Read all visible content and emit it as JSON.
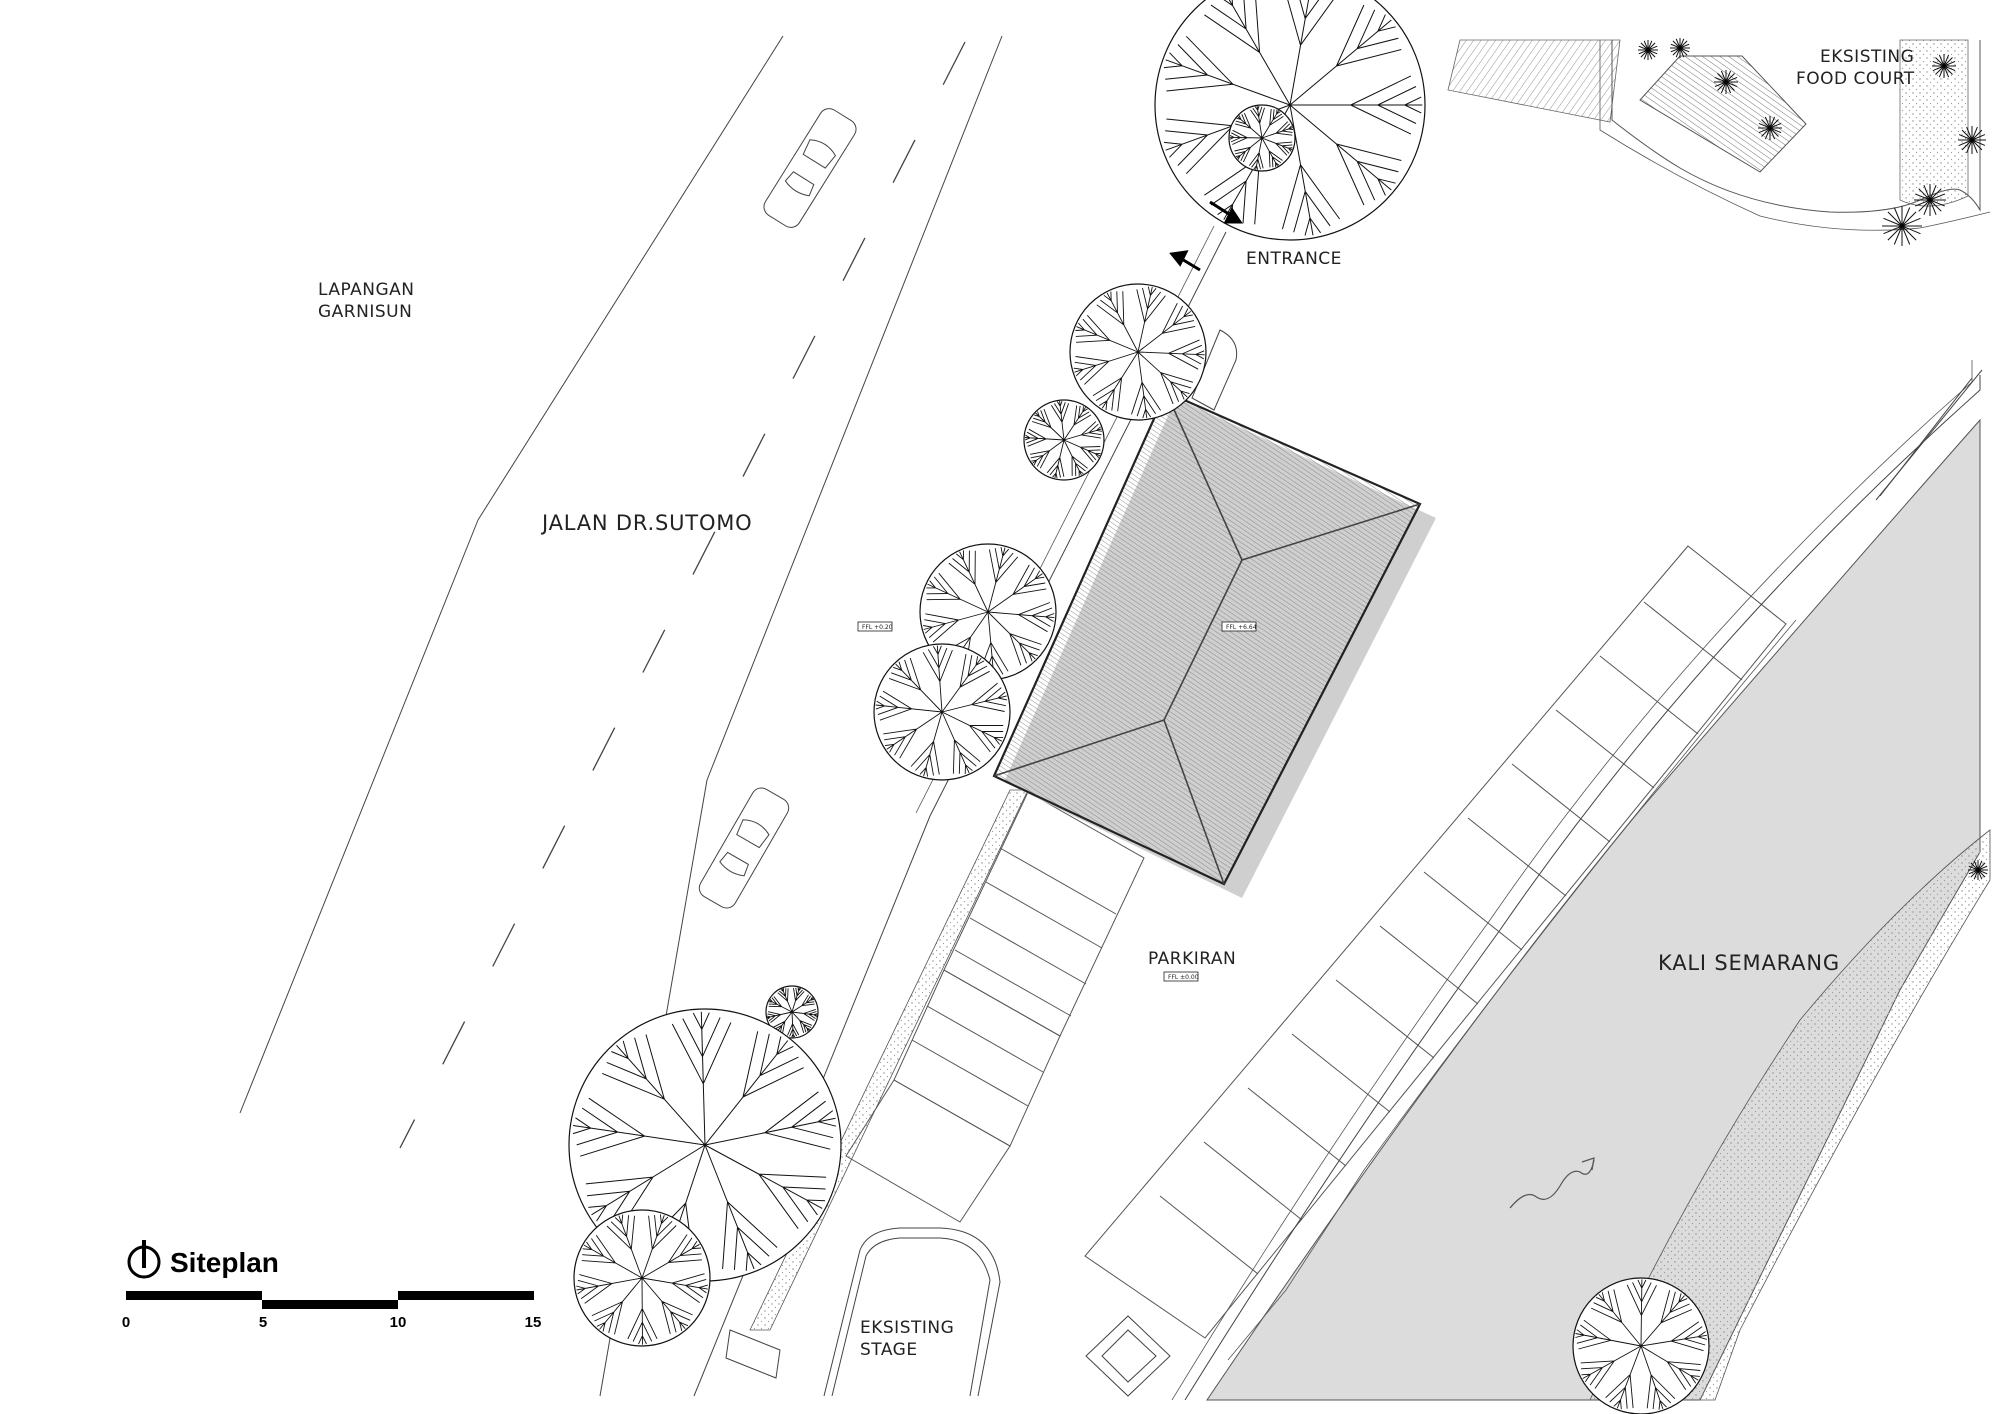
{
  "labels": {
    "lapangan_line1": "LAPANGAN",
    "lapangan_line2": "GARNISUN",
    "jalan": "JALAN  DR.SUTOMO",
    "entrance": "ENTRANCE",
    "food_court_line1": "EKSISTING",
    "food_court_line2": "FOOD COURT",
    "parkiran": "PARKIRAN",
    "kali": "KALI  SEMARANG",
    "stage_line1": "EKSISTING",
    "stage_line2": "STAGE"
  },
  "level_tags": {
    "road": "FFL  +0.20",
    "roof": "FFL  +6.64",
    "parking": "FFL  ±0.00"
  },
  "title": "Siteplan",
  "scale_bar": {
    "ticks": [
      "0",
      "5",
      "10",
      "15"
    ],
    "unit": ""
  },
  "colors": {
    "line": "#444444",
    "river": "#dcdcdc",
    "ink": "#000000",
    "shadow": "#cfcfcf"
  },
  "icons": [
    "north-arrow-icon",
    "tree-icon",
    "car-icon",
    "palm-icon",
    "direction-arrow-icon"
  ]
}
